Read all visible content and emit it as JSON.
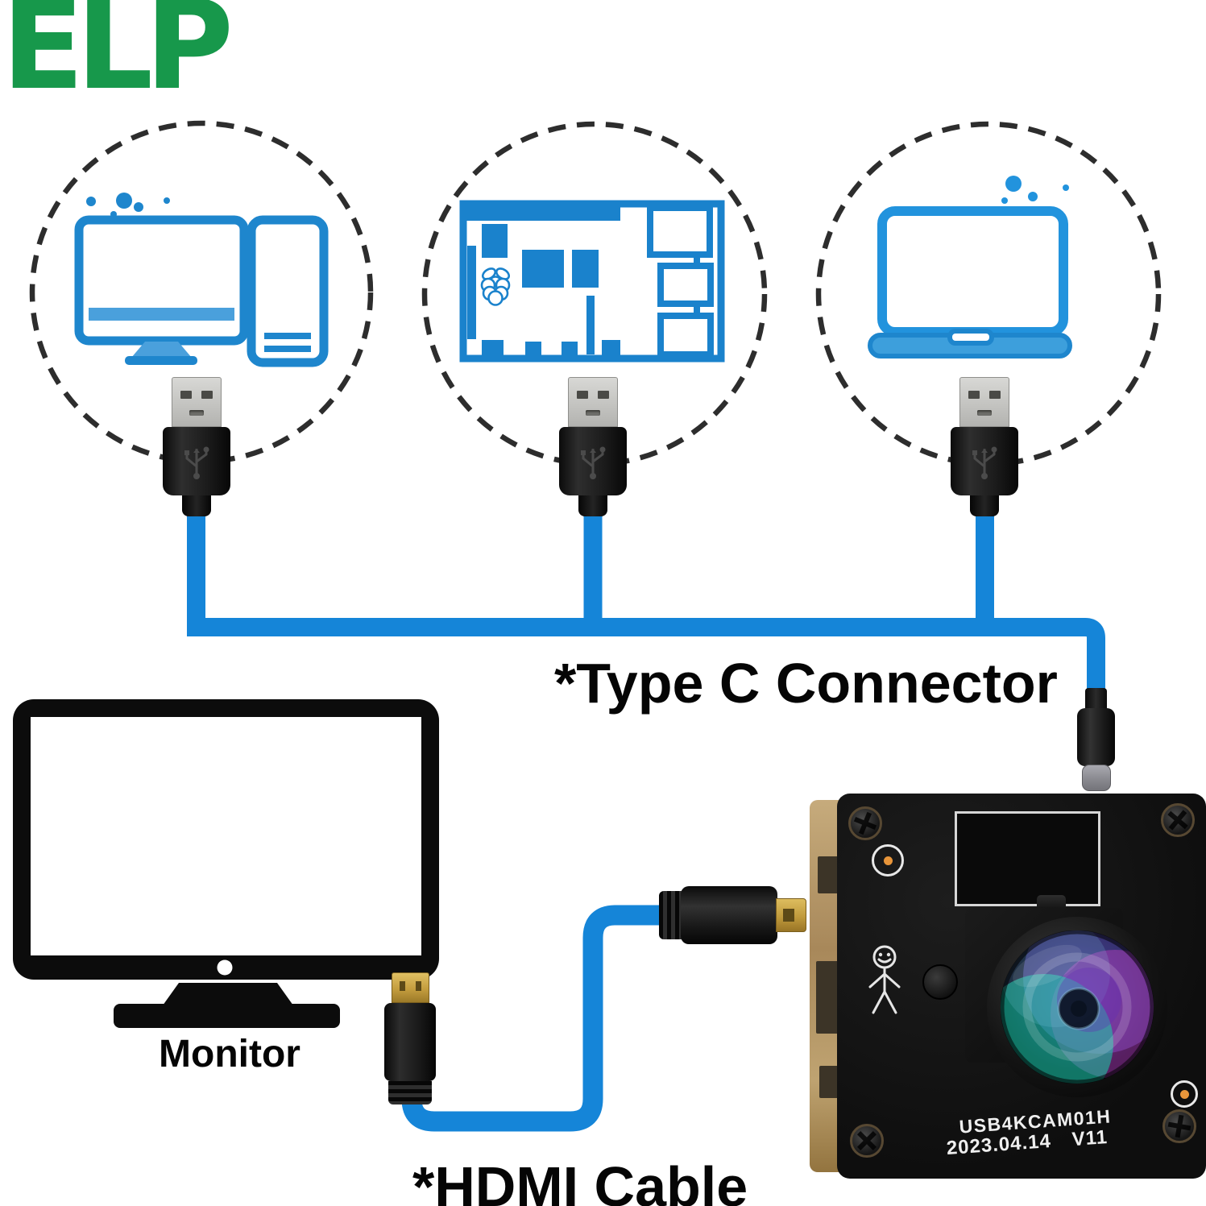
{
  "brand": {
    "logo": "ELP"
  },
  "labels": {
    "type_c": "*Type C Connector",
    "monitor": "Monitor",
    "hdmi": "*HDMI Cable"
  },
  "camera_module": {
    "model": "USB4KCAM01H",
    "date": "2023.04.14",
    "version": "V11"
  },
  "devices": [
    {
      "icon": "desktop-computer-icon"
    },
    {
      "icon": "raspberry-pi-icon"
    },
    {
      "icon": "laptop-icon"
    }
  ],
  "connectors": {
    "usb_plug_count": 3,
    "types": [
      "usb-type-a",
      "usb-type-c",
      "hdmi"
    ]
  },
  "colors": {
    "cable_blue": "#1585d8",
    "icon_blue": "#1e86cd",
    "icon_blue_light": "#4aa0dc",
    "logo_green": "#17984b",
    "hdmi_gold": "#c49d3e",
    "pcb_tan": "#b1976a",
    "label_black": "#050505"
  }
}
